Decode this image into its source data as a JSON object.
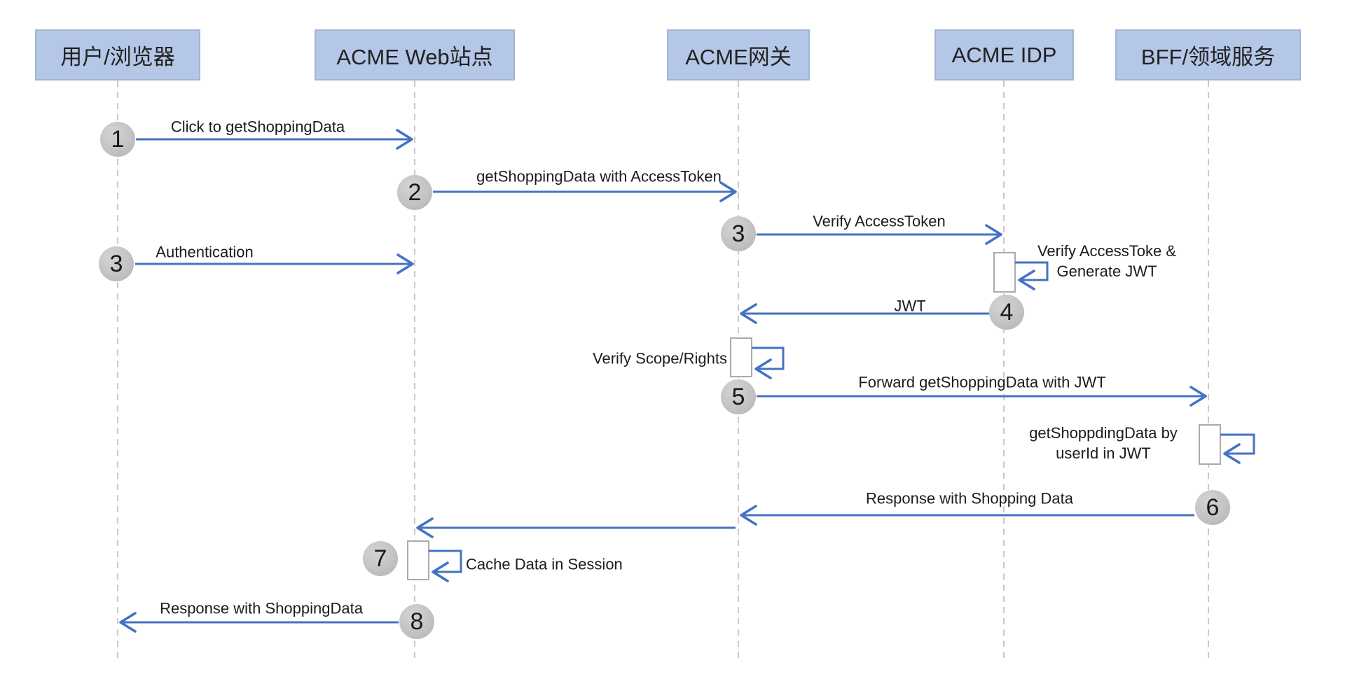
{
  "diagram": {
    "type": "sequence-diagram",
    "language": "zh-CN / en"
  },
  "colors": {
    "actor_fill": "#b4c7e7",
    "actor_border": "#a2b5d3",
    "arrow_blue": "#4472c4",
    "lifeline_gray": "#c9c9c9",
    "circle_gray": "#c3c3c3",
    "activation_border": "#ababab",
    "activation_fill": "#ffffff"
  },
  "actors": [
    {
      "label": "用户/浏览器"
    },
    {
      "label": "ACME Web站点"
    },
    {
      "label": "ACME网关"
    },
    {
      "label": "ACME IDP"
    },
    {
      "label": "BFF/领域服务"
    }
  ],
  "messages": {
    "m1": {
      "num": "1",
      "label": "Click to getShoppingData",
      "from": "用户/浏览器",
      "to": "ACME Web站点"
    },
    "m2": {
      "num": "2",
      "label": "getShoppingData with AccessToken",
      "from": "ACME Web站点",
      "to": "ACME网关"
    },
    "m3_gateway": {
      "num": "3",
      "label": "Verify AccessToken",
      "from": "ACME网关",
      "to": "ACME IDP"
    },
    "m3_user": {
      "num": "3",
      "label": "Authentication",
      "from": "用户/浏览器",
      "to": "ACME Web站点"
    },
    "m4": {
      "num": "4",
      "label": "JWT",
      "from": "ACME IDP",
      "to": "ACME网关"
    },
    "m5": {
      "num": "5",
      "label": "Forward getShoppingData with JWT",
      "from": "ACME网关",
      "to": "BFF/领域服务"
    },
    "m6": {
      "num": "6",
      "label": "Response with Shopping Data",
      "from": "BFF/领域服务",
      "to": "ACME Web站点"
    },
    "m7": {
      "num": "7",
      "label": "Cache Data in Session",
      "from": "ACME Web站点",
      "to": "ACME Web站点"
    },
    "m8": {
      "num": "8",
      "label": "Response with ShoppingData",
      "from": "ACME Web站点",
      "to": "用户/浏览器"
    }
  },
  "self_calls": {
    "idp": {
      "line1": "Verify AccessToke &",
      "line2": "Generate JWT",
      "actor": "ACME IDP"
    },
    "gateway": {
      "line1": "Verify Scope/Rights",
      "actor": "ACME网关"
    },
    "bff": {
      "line1": "getShoppdingData by",
      "line2": "userId in JWT",
      "actor": "BFF/领域服务"
    }
  }
}
